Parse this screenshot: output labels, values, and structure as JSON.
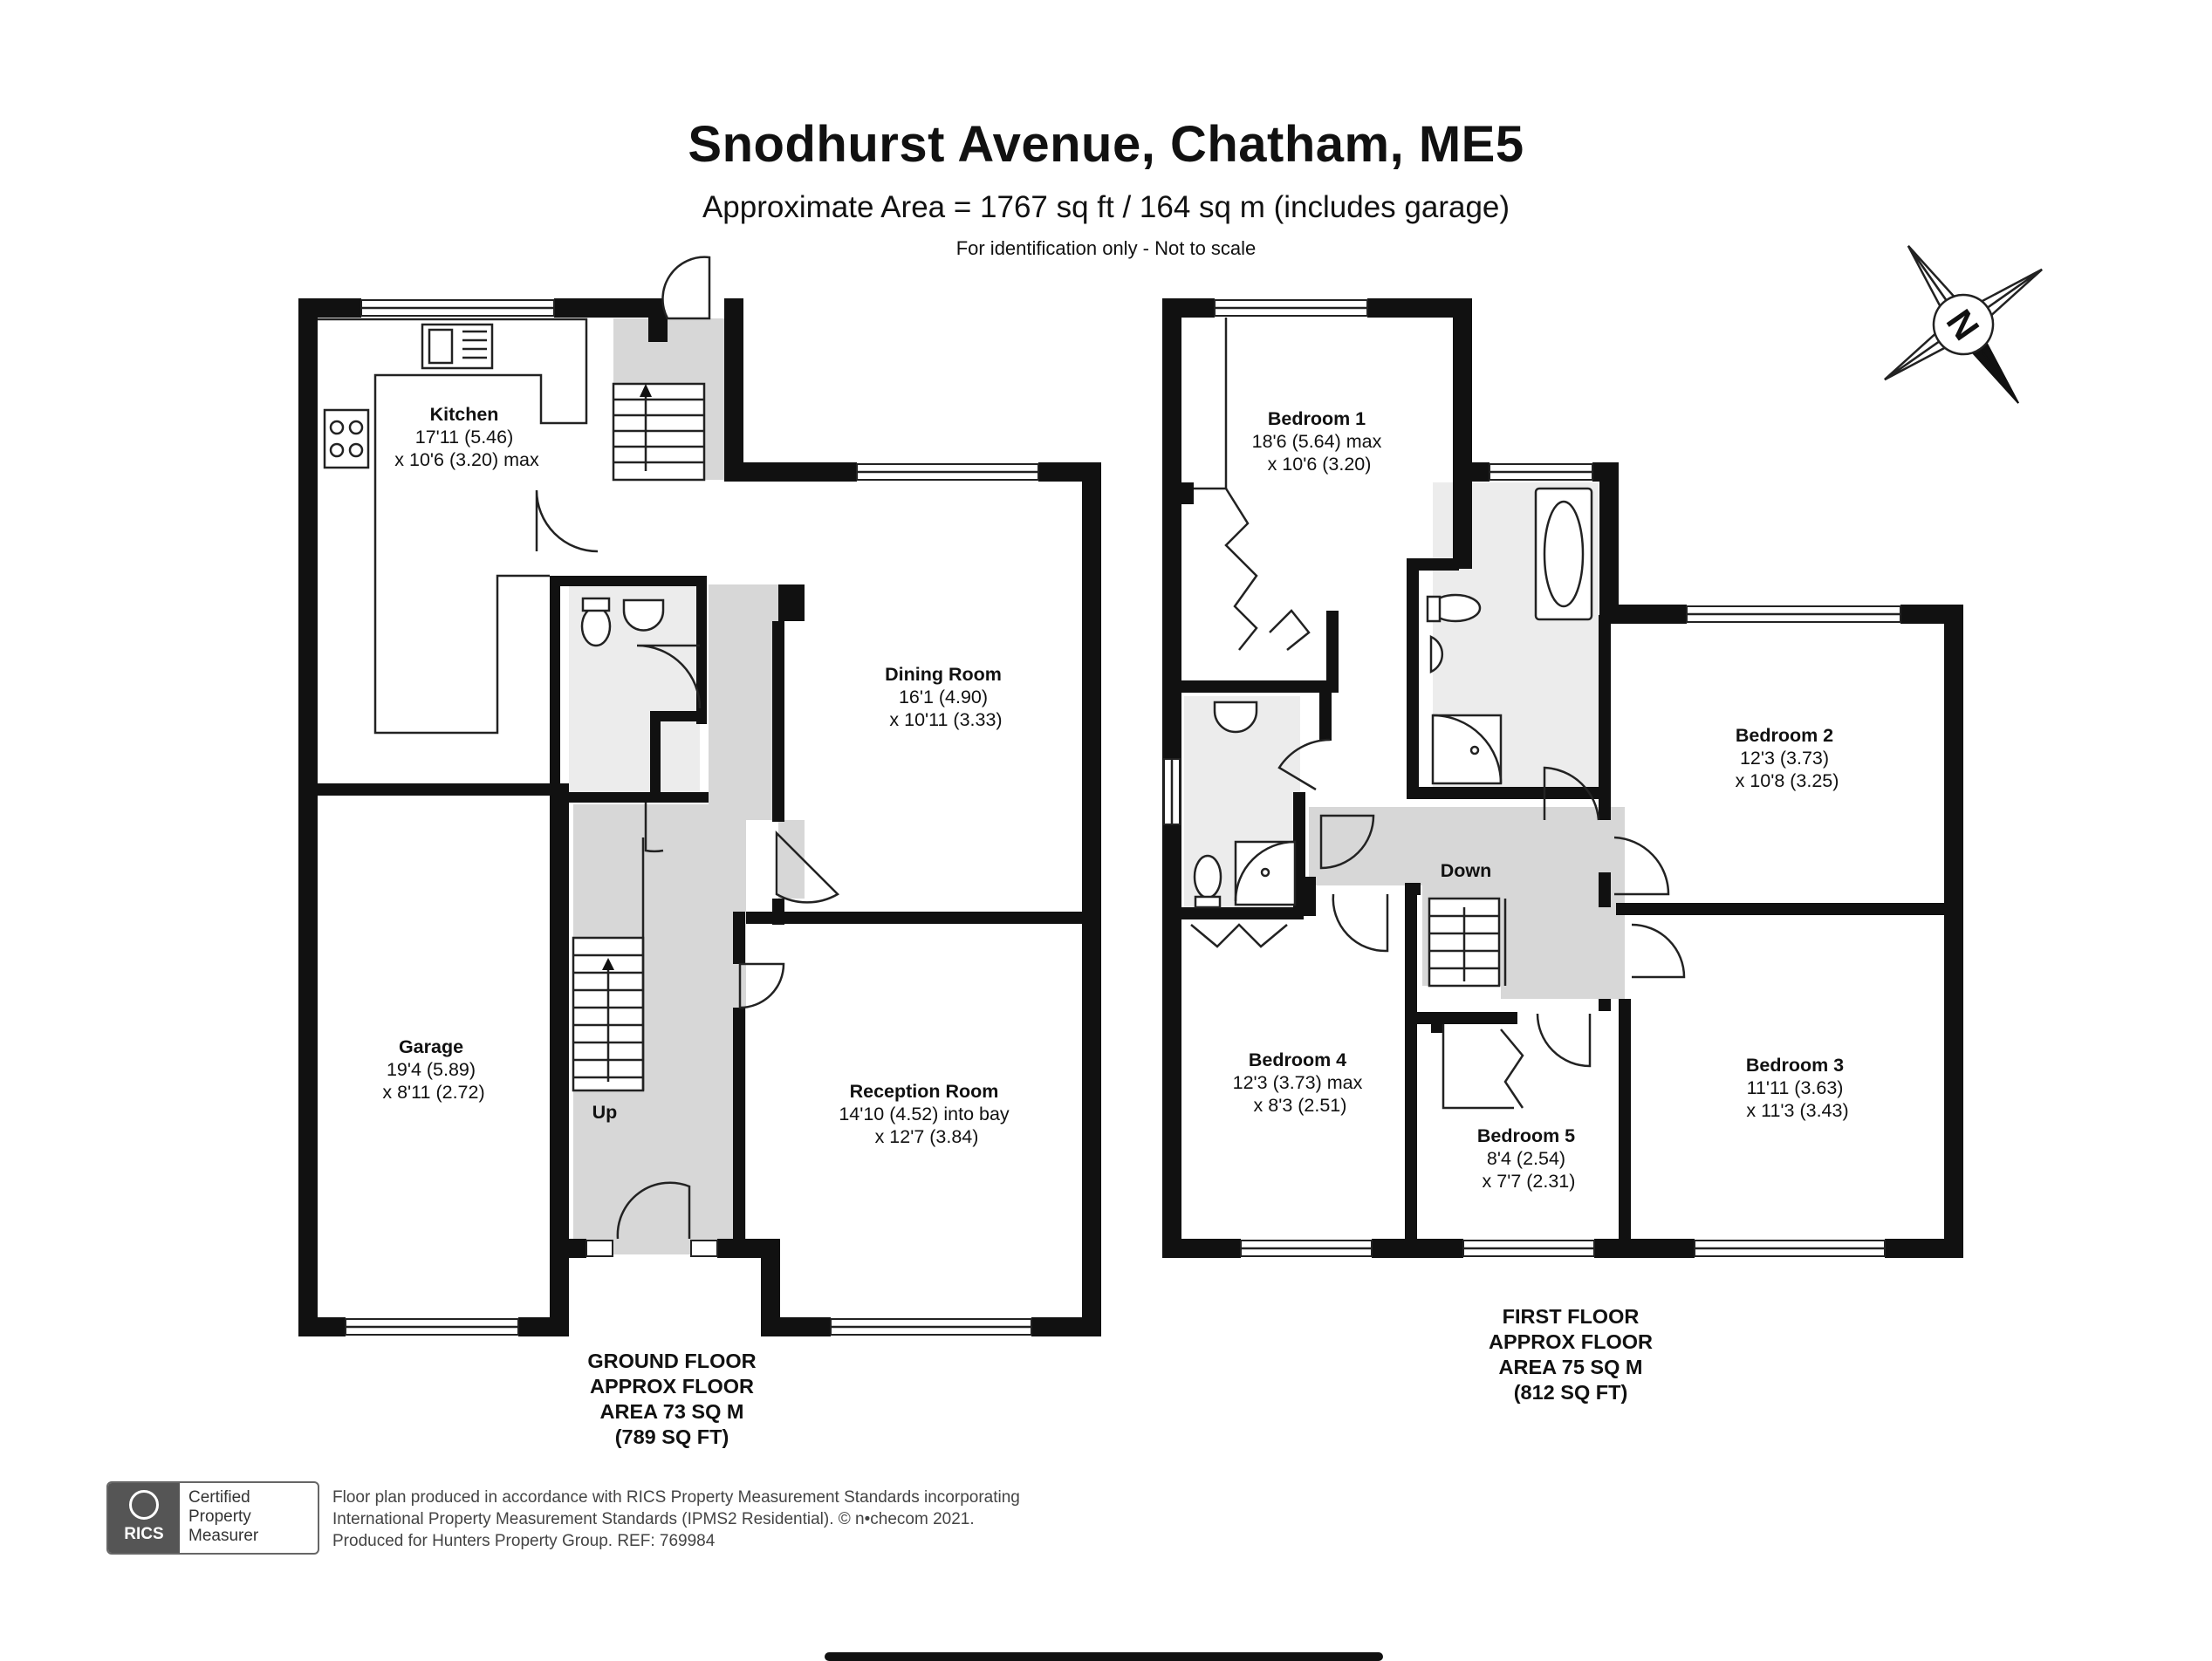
{
  "header": {
    "title": "Snodhurst Avenue, Chatham, ME5",
    "subtitle": "Approximate Area = 1767 sq ft / 164 sq m (includes garage)",
    "note": "For identification only - Not to scale"
  },
  "compass": {
    "label": "N",
    "icon": "north-arrow-icon"
  },
  "ground_floor": {
    "label": [
      "GROUND FLOOR",
      "APPROX FLOOR",
      "AREA 73 SQ M",
      "(789 SQ FT)"
    ],
    "rooms": [
      {
        "id": "kitchen",
        "name": "Kitchen",
        "dims": [
          "17'11 (5.46)",
          "x 10'6 (3.20) max"
        ]
      },
      {
        "id": "dining",
        "name": "Dining Room",
        "dims": [
          "16'1 (4.90)",
          "x 10'11 (3.33)"
        ]
      },
      {
        "id": "garage",
        "name": "Garage",
        "dims": [
          "19'4 (5.89)",
          "x 8'11 (2.72)"
        ]
      },
      {
        "id": "reception",
        "name": "Reception Room",
        "dims": [
          "14'10 (4.52) into bay",
          "x 12'7 (3.84)"
        ]
      }
    ],
    "stairs_label": "Up"
  },
  "first_floor": {
    "label": [
      "FIRST FLOOR",
      "APPROX FLOOR",
      "AREA 75 SQ M",
      "(812 SQ FT)"
    ],
    "rooms": [
      {
        "id": "bed1",
        "name": "Bedroom 1",
        "dims": [
          "18'6 (5.64) max",
          "x 10'6 (3.20)"
        ]
      },
      {
        "id": "bed2",
        "name": "Bedroom 2",
        "dims": [
          "12'3 (3.73)",
          "x 10'8 (3.25)"
        ]
      },
      {
        "id": "bed3",
        "name": "Bedroom 3",
        "dims": [
          "11'11 (3.63)",
          "x 11'3 (3.43)"
        ]
      },
      {
        "id": "bed4",
        "name": "Bedroom 4",
        "dims": [
          "12'3 (3.73) max",
          "x 8'3 (2.51)"
        ]
      },
      {
        "id": "bed5",
        "name": "Bedroom 5",
        "dims": [
          "8'4 (2.54)",
          "x 7'7 (2.31)"
        ]
      }
    ],
    "stairs_label": "Down"
  },
  "footer": {
    "rics_mark": "RICS",
    "certified": [
      "Certified",
      "Property",
      "Measurer"
    ],
    "lines": [
      "Floor plan produced in accordance with RICS Property Measurement Standards incorporating",
      "International Property Measurement Standards (IPMS2 Residential).   © n•checom 2021.",
      "Produced for Hunters Property Group. REF: 769984"
    ]
  }
}
